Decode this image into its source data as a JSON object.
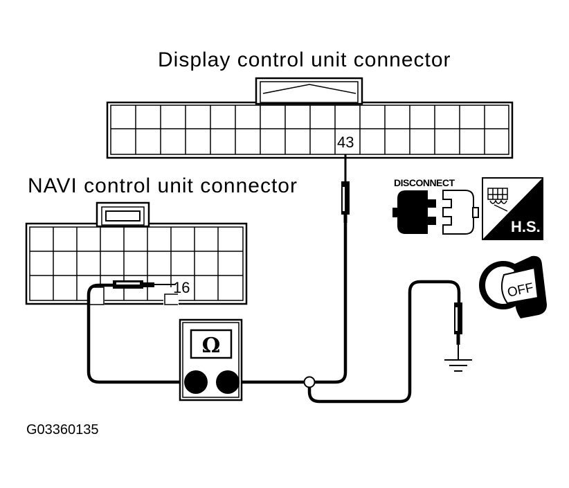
{
  "labels": {
    "display_connector": "Display control unit connector",
    "navi_connector": "NAVI control unit connector",
    "pin_display": "43",
    "pin_navi": "16",
    "figure_id": "G03360135"
  },
  "icons": {
    "disconnect_text": "DISCONNECT",
    "harness_side_text": "H.S.",
    "ignition_text": "OFF",
    "meter_symbol": "Ω"
  }
}
